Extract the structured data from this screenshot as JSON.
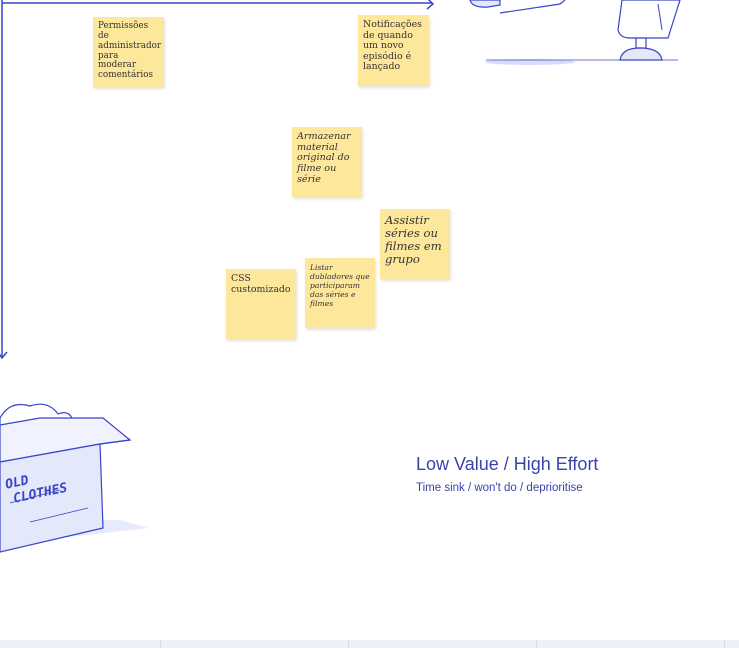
{
  "stickies": [
    {
      "id": "admin-perms",
      "text": "Permissões de administrador para moderar comentários"
    },
    {
      "id": "notifications",
      "text": "Notificações de quando um novo episódio é lançado"
    },
    {
      "id": "store-material",
      "text": "Armazenar material original do filme ou série"
    },
    {
      "id": "watch-group",
      "text": "Assistir séries ou filmes em grupo"
    },
    {
      "id": "custom-css",
      "text": "CSS customizado"
    },
    {
      "id": "dubbers",
      "text": "Listar dubladores que participaram das séries e filmes"
    }
  ],
  "quadrant": {
    "title": "Low Value / High Effort",
    "subtitle": "Time sink / won't do / deprioritise"
  },
  "illustration": {
    "box_label_line1": "OLD",
    "box_label_line2": "CLOTHES"
  },
  "colors": {
    "axis": "#3a44c8",
    "sticky": "#fde79a",
    "illustration_fill": "#e4e8fb",
    "accent_text": "#3a44a8"
  }
}
